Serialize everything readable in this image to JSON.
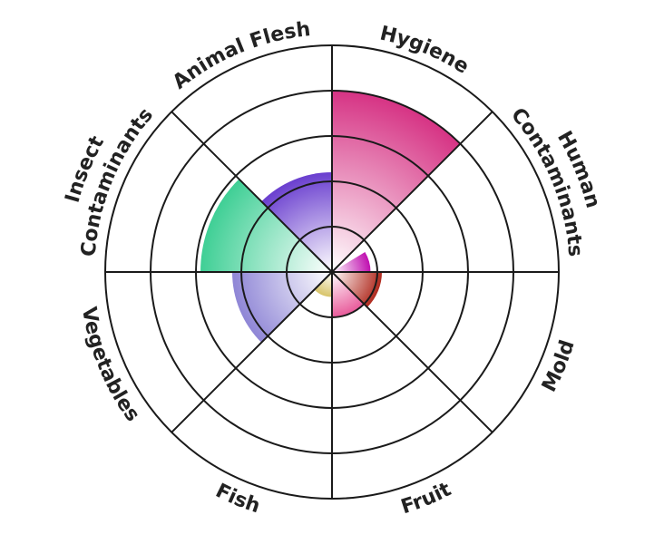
{
  "chart_data": {
    "type": "polar-area",
    "title": "",
    "rmax": 5,
    "rings": 5,
    "categories": [
      {
        "label_lines": [
          "Hygiene"
        ],
        "value": 4,
        "color": "#d63384"
      },
      {
        "label_lines": [
          "Human",
          "Contaminants"
        ],
        "value": 0,
        "color": "#9b2f7a"
      },
      {
        "label_lines": [
          "Mold"
        ],
        "value": 1.1,
        "color": "#b02a1e"
      },
      {
        "label_lines": [
          "Fruit"
        ],
        "value": 1.0,
        "color": "#e85a9a"
      },
      {
        "label_lines": [
          "Fish"
        ],
        "value": 0.55,
        "color": "#d8c46a"
      },
      {
        "label_lines": [
          "Vegetables"
        ],
        "value": 2.2,
        "color": "#8f86d6"
      },
      {
        "label_lines": [
          "Insect",
          "Contaminants"
        ],
        "value": 2.9,
        "color": "#3fcf95"
      },
      {
        "label_lines": [
          "Animal Flesh"
        ],
        "value": 2.2,
        "color": "#6a3fcf"
      }
    ],
    "extra_marks": [
      {
        "near": "Human Contaminants",
        "value": 0.85,
        "color": "#c010b0",
        "note": "small magenta sliver"
      }
    ],
    "grid": true,
    "legend": "none"
  }
}
